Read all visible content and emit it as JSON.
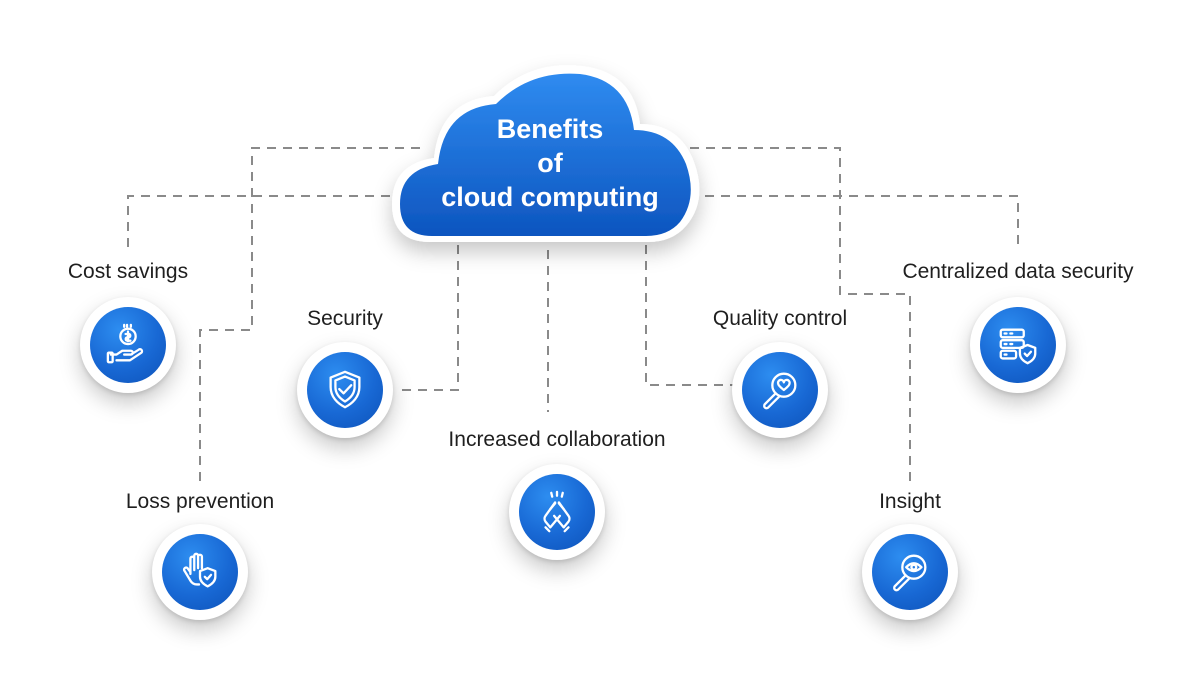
{
  "title": {
    "line1": "Benefits",
    "line2": "of",
    "line3": "cloud computing"
  },
  "colors": {
    "accent": "#1868d4",
    "cloud_light": "#2f8bf0",
    "cloud_dark": "#0d55bf",
    "connector": "#8a8a8a"
  },
  "benefits": [
    {
      "label": "Cost savings",
      "icon": "coin-hand-icon"
    },
    {
      "label": "Loss prevention",
      "icon": "hand-shield-icon"
    },
    {
      "label": "Security",
      "icon": "shield-check-icon"
    },
    {
      "label": "Increased collaboration",
      "icon": "high-five-icon"
    },
    {
      "label": "Quality control",
      "icon": "magnifier-heart-icon"
    },
    {
      "label": "Insight",
      "icon": "magnifier-eye-icon"
    },
    {
      "label": "Centralized data security",
      "icon": "server-shield-icon"
    }
  ]
}
